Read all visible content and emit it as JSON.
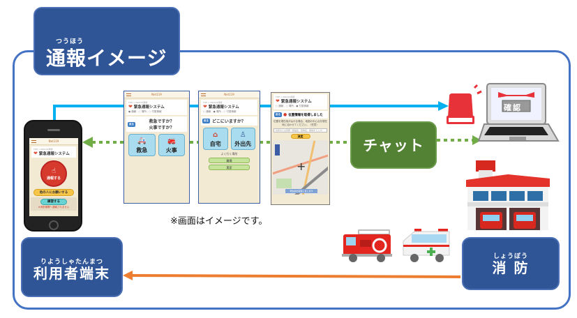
{
  "diagram": {
    "title": {
      "ruby": "つうほう",
      "text": "通報イメージ"
    },
    "nodes": {
      "user_terminal": {
        "ruby": "りようしゃたんまつ",
        "text": "利用者端末"
      },
      "fire_department": {
        "ruby": "しょうぼう",
        "text": "消 防"
      },
      "chat": {
        "text": "チャット"
      }
    },
    "caption": "※画面はイメージです。",
    "colors": {
      "primary_blue": "#2f5597",
      "frame_border": "#4472c4",
      "chat_green": "#548235",
      "report_arrow": "#00b0f0",
      "chat_arrow": "#70ad47",
      "dispatch_arrow": "#ed7d31"
    },
    "connections": [
      {
        "from": "user_terminal",
        "to": "fire_department",
        "label": "report",
        "style": "solid-blue"
      },
      {
        "from": "fire_department",
        "to": "user_terminal",
        "label": "chat",
        "style": "dotted-green",
        "bidirectional": true
      },
      {
        "from": "fire_department",
        "to": "user_terminal",
        "label": "dispatch",
        "style": "solid-orange"
      }
    ]
  },
  "phone_screen": {
    "header": "Net119",
    "crumb": "TOP > Net119通報",
    "system_name": "緊急通報システム",
    "report_button": "通報する",
    "ask_someone_button": "他の人にお願いする",
    "practice_button": "練習する",
    "practice_note": "※消防機関へ通報されません"
  },
  "screens": [
    {
      "header": "Net119",
      "crumb": "TOP > Net119通報",
      "system_name": "緊急通報システム",
      "steps": "● 通報 - ○ 場所 - ○ 付属情報",
      "back": "戻る",
      "question_line1": "救急ですか？",
      "question_line2": "火事ですか？",
      "options": [
        {
          "label": "救急",
          "icon": "ambulance-icon"
        },
        {
          "label": "火事",
          "icon": "fire-truck-icon"
        }
      ]
    },
    {
      "header": "Net119",
      "crumb": "TOP > Net119通報",
      "system_name": "緊急通報システム",
      "steps": "○ 通報 - ● 場所 - ○ 付属情報",
      "back": "戻る",
      "question": "どこにいますか？",
      "options": [
        {
          "label": "自宅",
          "icon": "house-icon"
        },
        {
          "label": "外出先",
          "icon": "person-sign-icon"
        }
      ],
      "frequent_label": "よく行く場所",
      "frequent_places": [
        "職場",
        "実家"
      ]
    },
    {
      "crumb": "TOP > Net119通報",
      "system_name": "緊急通報システム",
      "steps": "○ 通報 - ○ 場所 - ● 付属情報",
      "back": "戻る",
      "location_status": "位置情報を取得しました",
      "instruction": "位置を現在地がはかる場合、地図の中心点を現在地に合わせてください。（任意）",
      "address_placeholder": "住所または目標（施設名、建物名、番地まで入力）",
      "decide_button": "決定",
      "map_reset_button": "現在地を取得し直します"
    }
  ],
  "laptop": {
    "screen_label": "確認"
  }
}
